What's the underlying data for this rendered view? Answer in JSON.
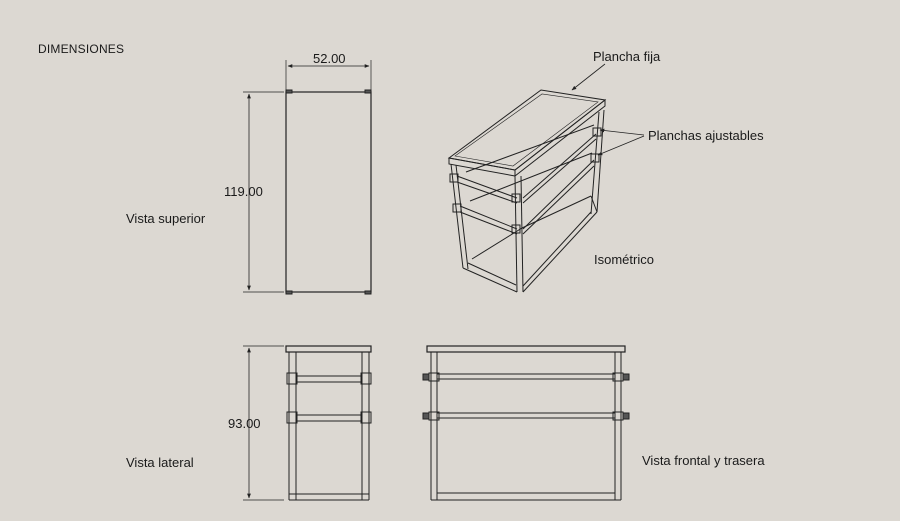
{
  "title": "DIMENSIONES",
  "dimensions": {
    "width_top": "52.00",
    "depth_top": "119.00",
    "height_side": "93.00"
  },
  "views": {
    "top": "Vista superior",
    "side": "Vista lateral",
    "front": "Vista frontal y trasera",
    "iso": "Isométrico"
  },
  "callouts": {
    "fixed_shelf": "Plancha fija",
    "adjustable_shelves": "Planchas ajustables"
  }
}
